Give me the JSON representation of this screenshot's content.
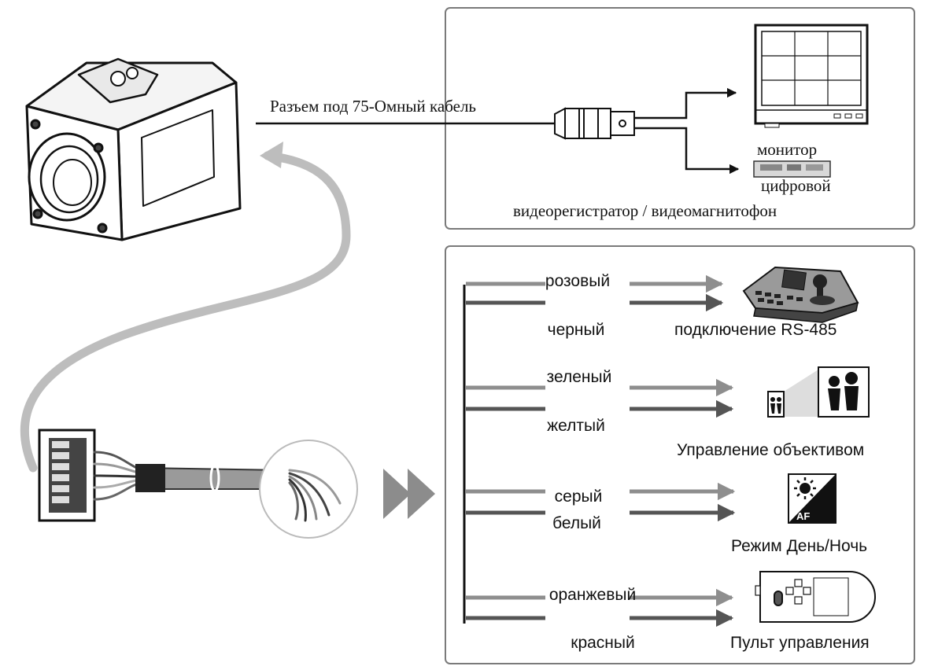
{
  "video_output": {
    "cable_label": "Разъем под 75-Омный кабель",
    "monitor_label": "монитор",
    "recorder_label_line1": "цифровой",
    "recorder_label_line2": "видеорегистратор / видеомагнитофон"
  },
  "wires": [
    {
      "label": "розовый",
      "color": "#8e8e8e"
    },
    {
      "label": "черный",
      "color": "#555555"
    },
    {
      "label": "зеленый",
      "color": "#8e8e8e"
    },
    {
      "label": "желтый",
      "color": "#555555"
    },
    {
      "label": "серый",
      "color": "#8e8e8e"
    },
    {
      "label": "белый",
      "color": "#555555"
    },
    {
      "label": "оранжевый",
      "color": "#8e8e8e"
    },
    {
      "label": "красный",
      "color": "#555555"
    }
  ],
  "devices": [
    {
      "label": "подключение RS-485",
      "icon": "keyboard-controller-icon"
    },
    {
      "label": "Управление объективом",
      "icon": "lens-zoom-icon"
    },
    {
      "label": "Режим День/Ночь",
      "icon": "day-night-af-icon"
    },
    {
      "label": "Пульт управления",
      "icon": "remote-control-icon"
    }
  ],
  "colors": {
    "light_wire": "#8e8e8e",
    "dark_wire": "#555555",
    "loop_cable": "#bdbdbd",
    "panel_border": "#7a7a7a"
  }
}
